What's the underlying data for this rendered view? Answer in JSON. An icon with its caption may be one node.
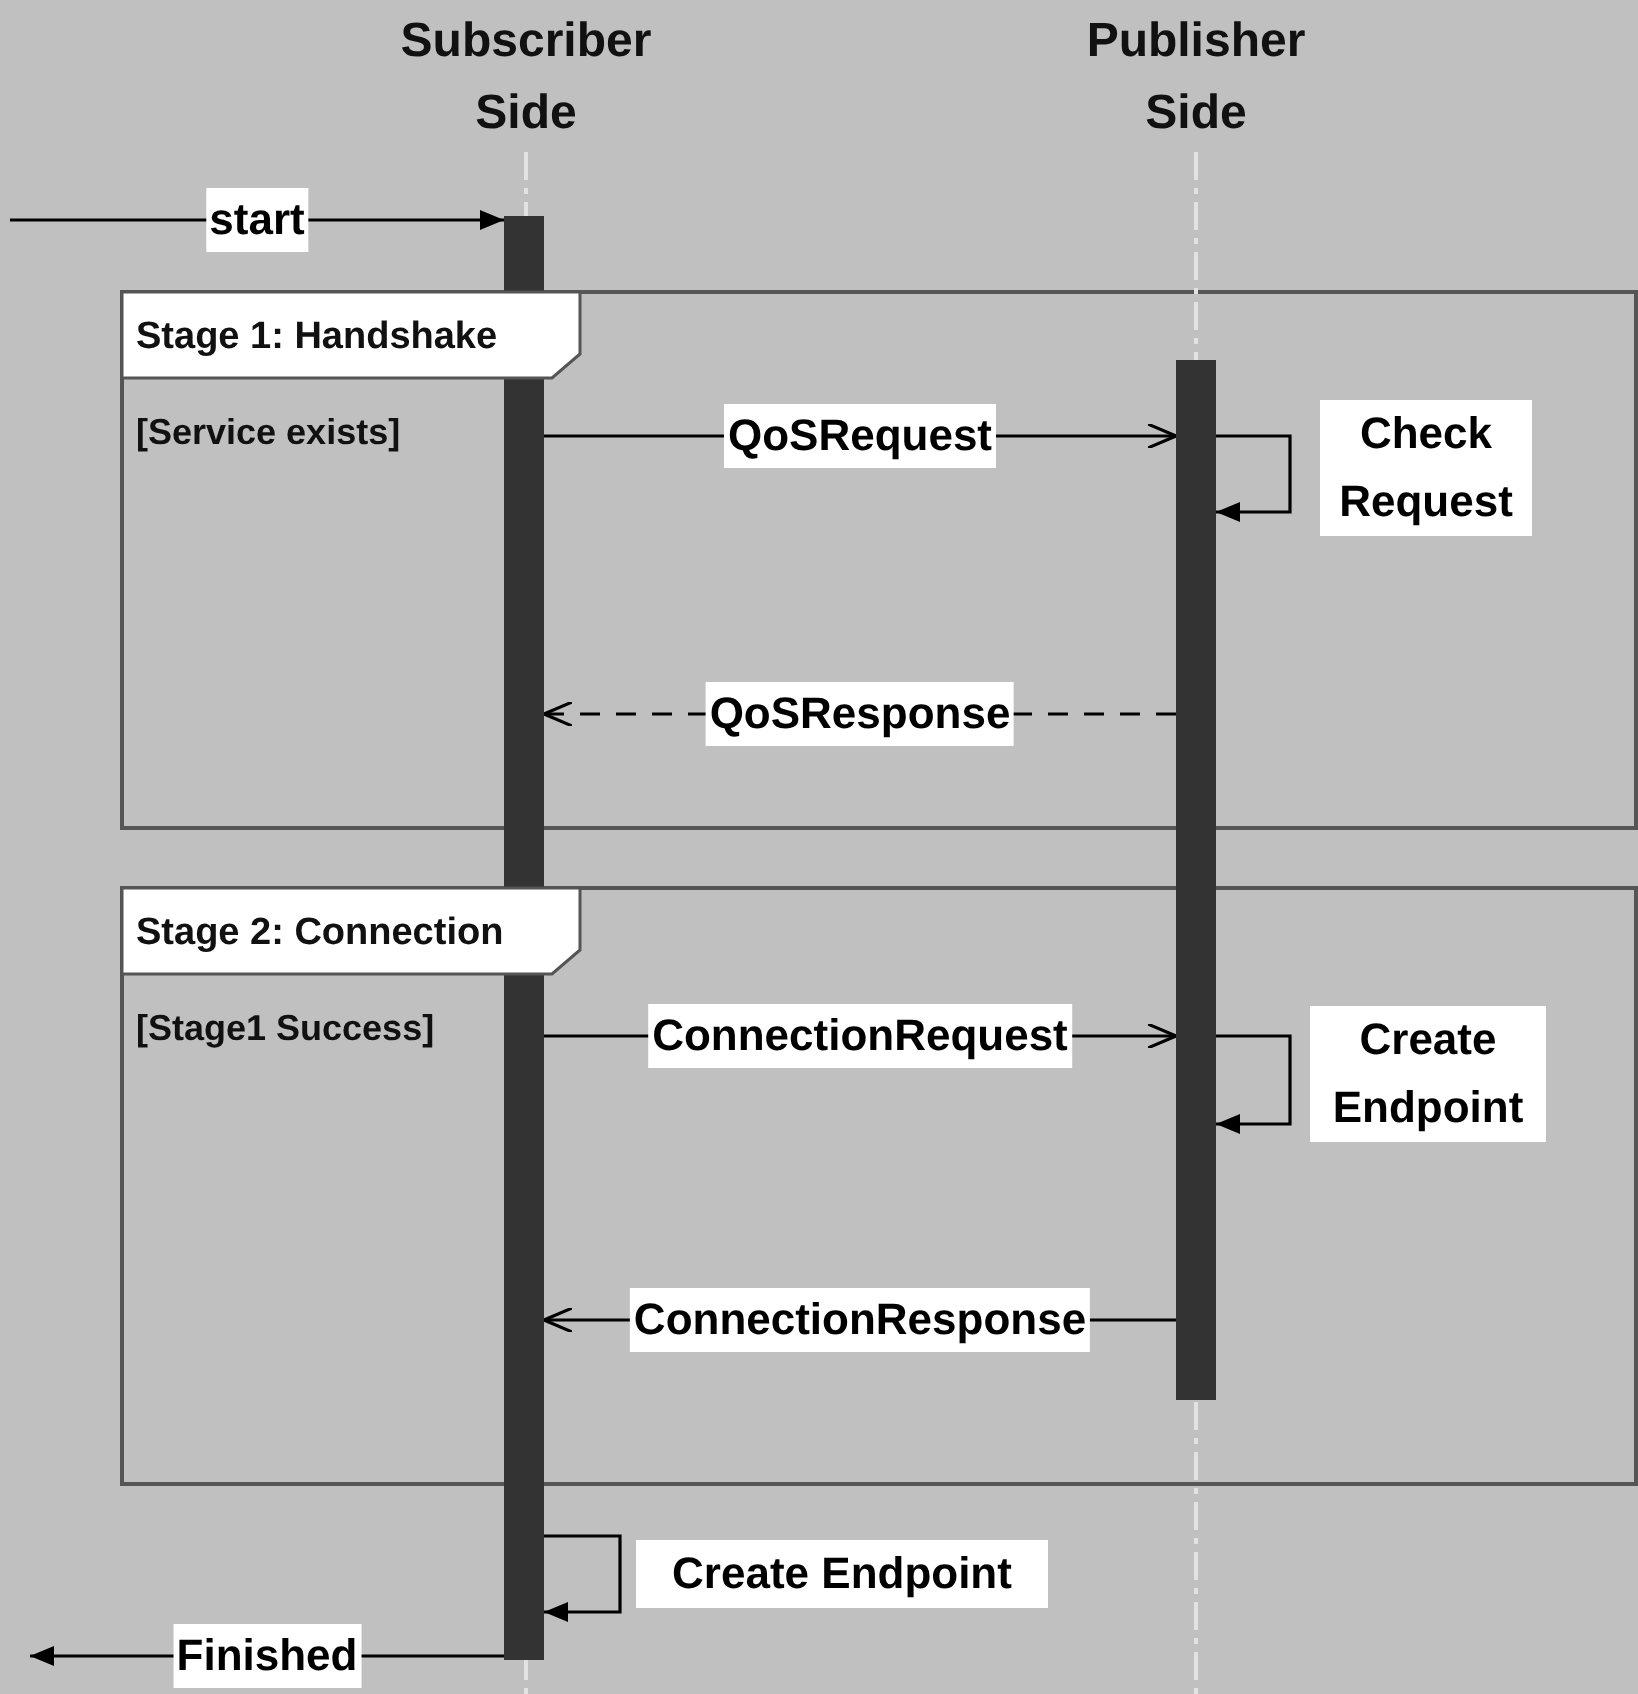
{
  "diagram": {
    "nodes": [
      {
        "text": [
          "Subscriber Side"
        ]
      },
      {
        "text": [
          "Publisher Side"
        ]
      },
      {
        "text": [],
        "shape": "bar"
      },
      {
        "text": [],
        "shape": "bar"
      },
      {
        "text": [
          "Stage 1: Handshake"
        ],
        "beside": [
          "[Service exists]"
        ]
      },
      {
        "text": [
          "Stage 2: Connection"
        ],
        "beside": [
          "[Stage1 Success]"
        ]
      }
    ],
    "edges": [
      {
        "from": null,
        "to": 2,
        "arrow": "to",
        "label": "start"
      },
      {
        "from": 2,
        "to": 3,
        "arrow": "to",
        "label": "QoSRequest"
      },
      {
        "from": 3,
        "to": 3,
        "arrow": "to",
        "label": "Check Request"
      },
      {
        "from": 3,
        "to": 2,
        "arrow": "to",
        "label": "QoSResponse",
        "style": "dashed"
      },
      {
        "from": 2,
        "to": 3,
        "arrow": "to",
        "label": "ConnectionRequest"
      },
      {
        "from": 3,
        "to": 3,
        "arrow": "to",
        "label": "Create Endpoint"
      },
      {
        "from": 3,
        "to": 2,
        "arrow": "to",
        "label": "ConnectionResponse"
      },
      {
        "from": 2,
        "to": 2,
        "arrow": "to",
        "label": "Create Endpoint"
      },
      {
        "from": 2,
        "to": null,
        "arrow": "to",
        "label": "Finished"
      }
    ]
  }
}
